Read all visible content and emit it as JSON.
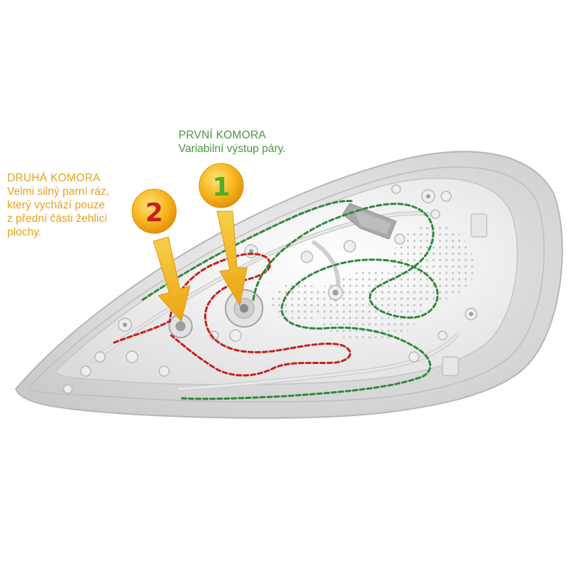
{
  "colors": {
    "first": "#4a9a3c",
    "second": "#e8a21e",
    "red_path": "#c8201e",
    "green_path": "#2e8a3a",
    "arrow": "#f2b31a",
    "marker_one_text": "#4caf2a",
    "marker_two_text": "#c8201e"
  },
  "first_chamber": {
    "title": "PRVNÍ KOMORA",
    "lines": [
      "Variabilní výstup páry."
    ],
    "marker": "1"
  },
  "second_chamber": {
    "title": "DRUHÁ KOMORA",
    "lines": [
      "Velmi silný parní ráz,",
      "který vychází pouze",
      "z přední části žehlicí",
      "plochy."
    ],
    "marker": "2"
  }
}
